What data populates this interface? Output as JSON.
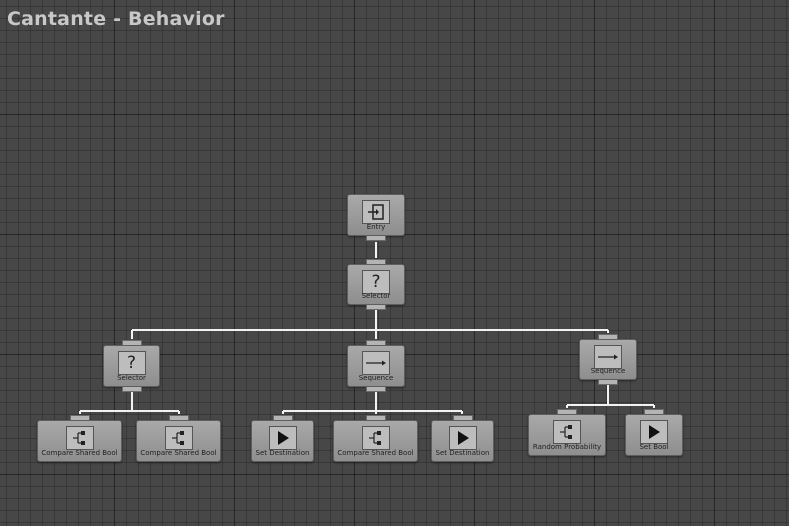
{
  "window": {
    "title": "Cantante - Behavior"
  },
  "nodes": {
    "entry": {
      "label": "Entry",
      "icon": "entry-icon"
    },
    "root_selector": {
      "label": "Selector",
      "icon": "question-icon"
    },
    "left_selector": {
      "label": "Selector",
      "icon": "question-icon"
    },
    "mid_sequence": {
      "label": "Sequence",
      "icon": "arrow-right-icon"
    },
    "right_sequence": {
      "label": "Sequence",
      "icon": "arrow-right-icon"
    },
    "compare_1": {
      "label": "Compare Shared Bool",
      "icon": "conditional-icon"
    },
    "compare_2": {
      "label": "Compare Shared Bool",
      "icon": "conditional-icon"
    },
    "set_dest_1": {
      "label": "Set Destination",
      "icon": "play-icon"
    },
    "compare_3": {
      "label": "Compare Shared Bool",
      "icon": "conditional-icon"
    },
    "set_dest_2": {
      "label": "Set Destination",
      "icon": "play-icon"
    },
    "random_prob": {
      "label": "Random Probability",
      "icon": "conditional-icon"
    },
    "set_bool": {
      "label": "Set Bool",
      "icon": "play-icon"
    }
  }
}
